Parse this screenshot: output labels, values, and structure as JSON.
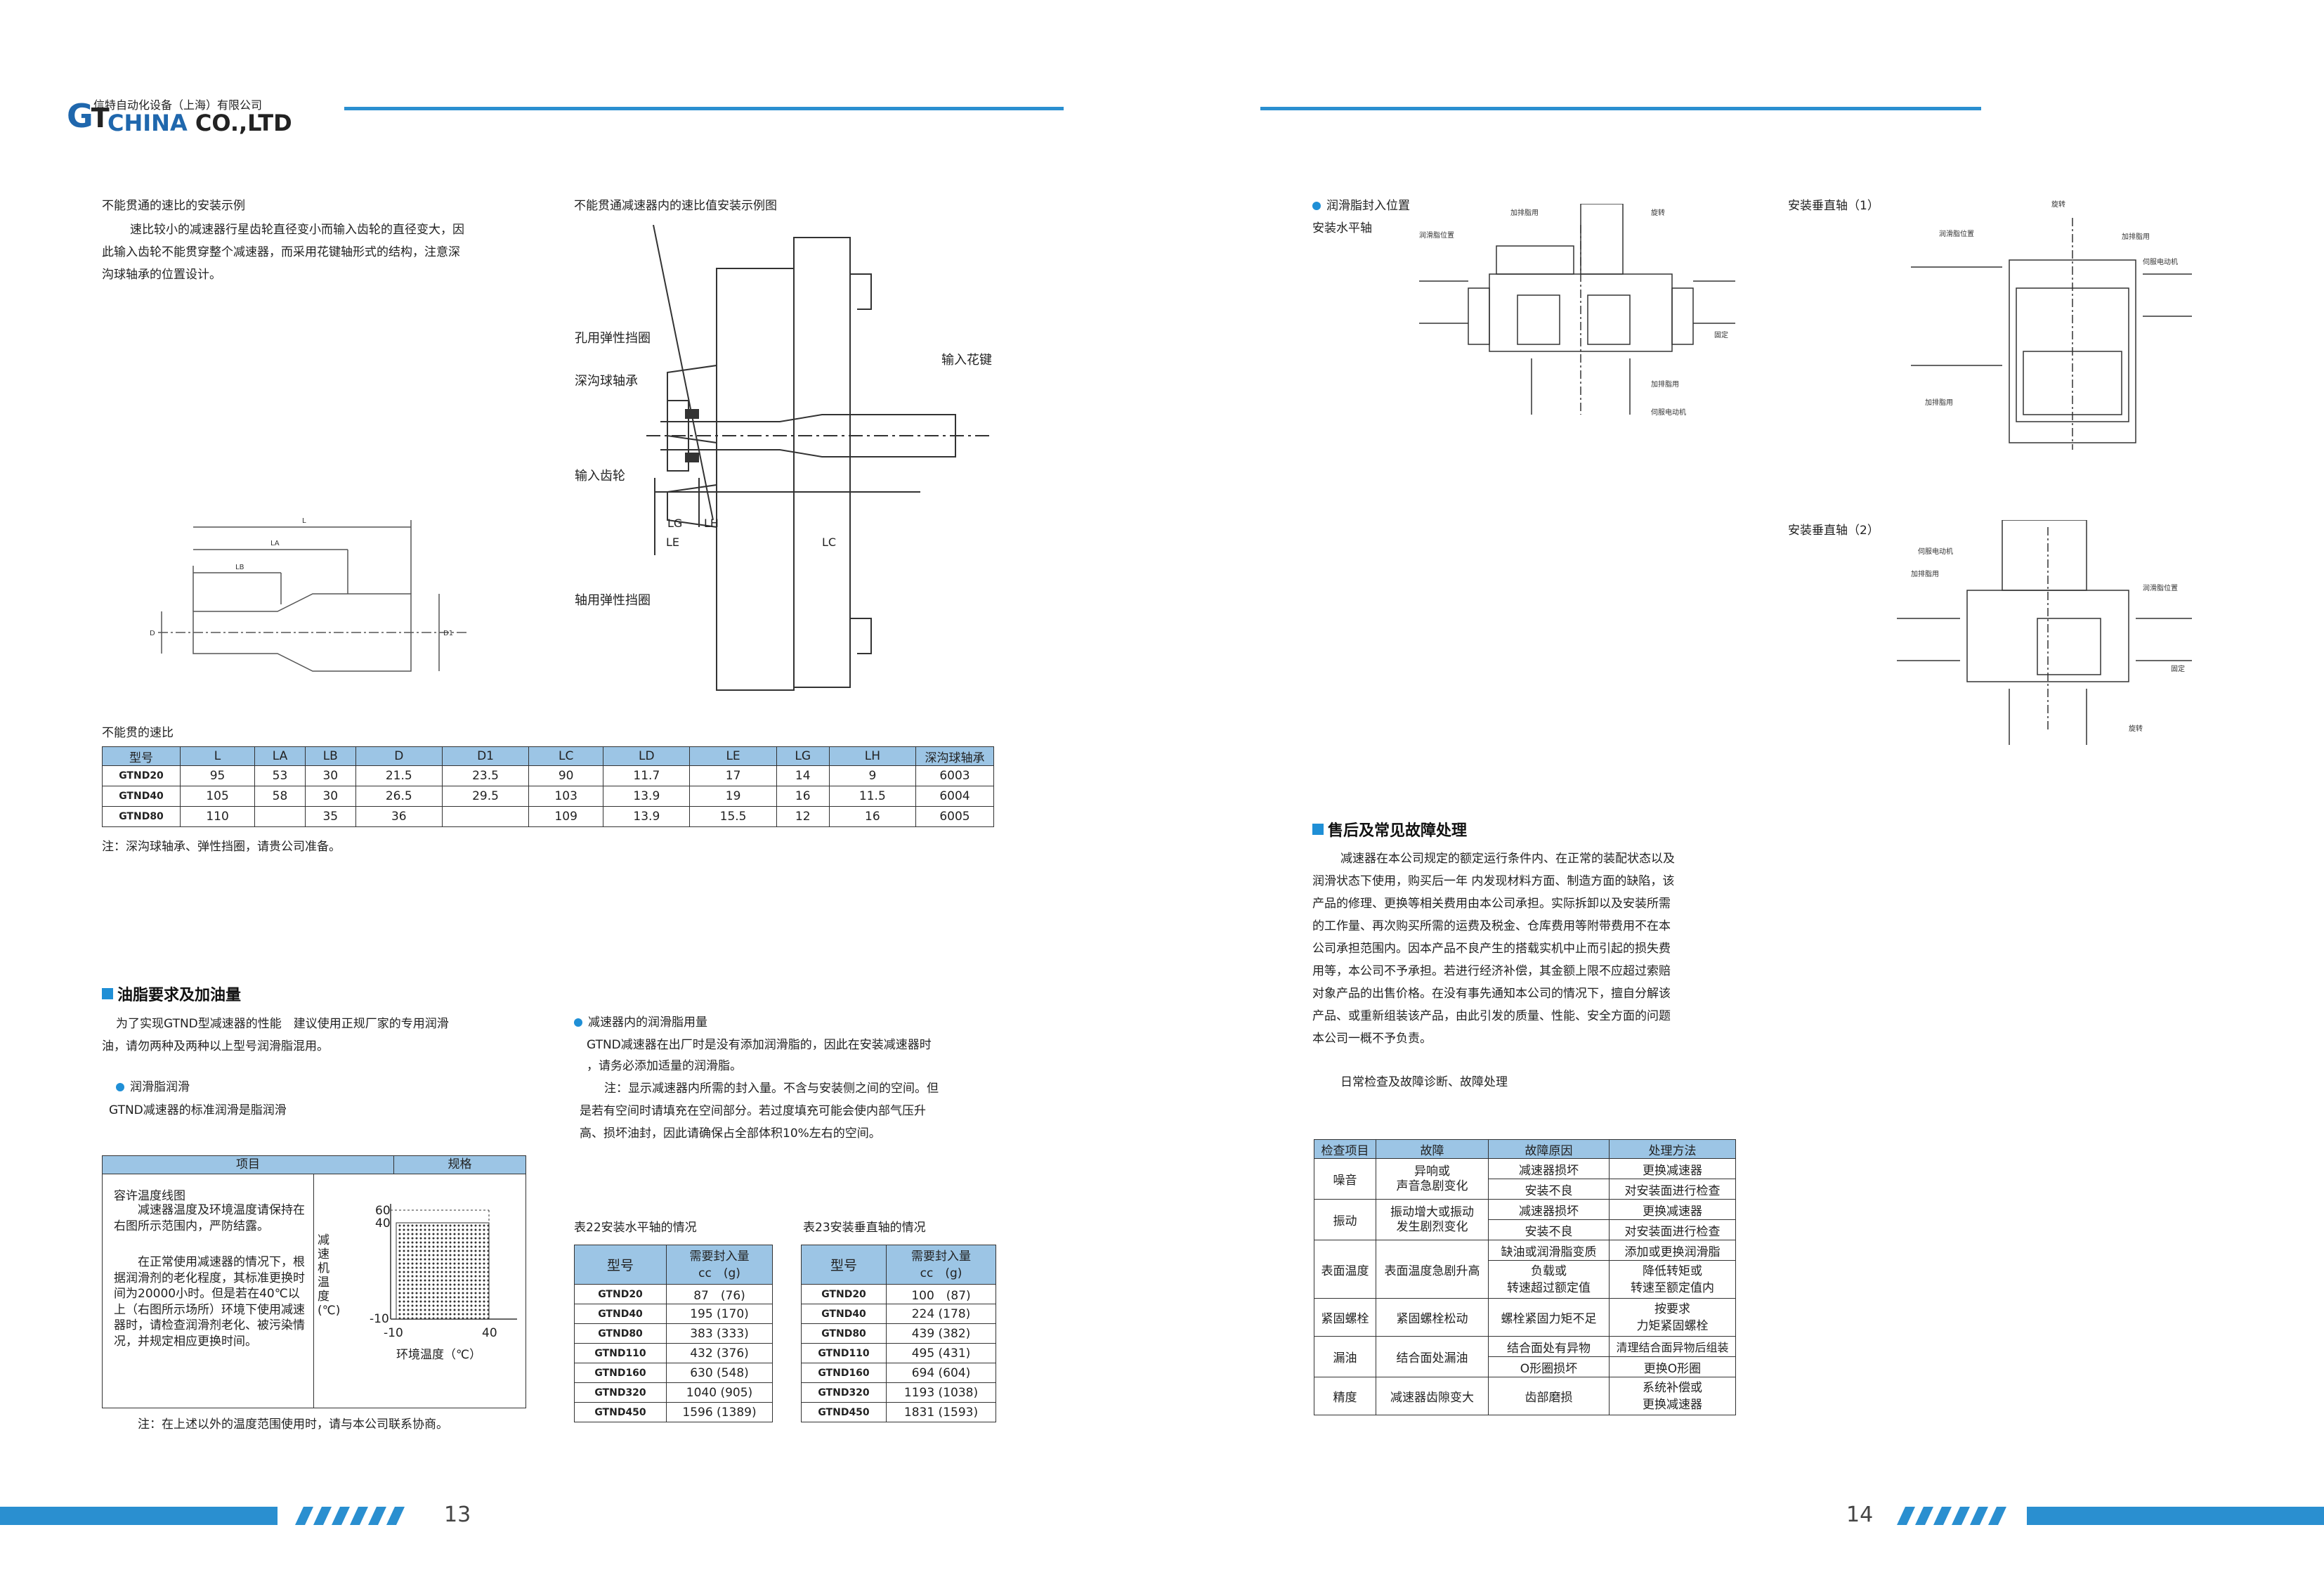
{
  "header": {
    "company_cn": "信特自动化设备（上海）有限公司",
    "logo_gt": "G",
    "logo_t": "T",
    "logo_china": "CHINA",
    "logo_co": " CO.,LTD"
  },
  "left": {
    "example_title": "不能贯通的速比的安装示例",
    "example_para": [
      "速比较小的减速器行星齿轮直径变小而输入齿轮的直径变大，因",
      "此输入齿轮不能贯穿整个减速器，而采用花键轴形式的结构，注意深",
      "沟球轴承的位置设计。"
    ],
    "diagram_title": "不能贯通减速器内的速比值安装示例图",
    "diagram_labels": {
      "hole_ring": "孔用弹性挡圈",
      "deep_bearing": "深沟球轴承",
      "input_gear": "输入齿轮",
      "shaft_ring": "轴用弹性挡圈",
      "input_spline": "输入花键",
      "lg": "LG",
      "lh": "LH",
      "le": "LE",
      "lc": "LC",
      "l": "L",
      "la": "LA",
      "lb": "LB",
      "d": "D",
      "d1": "D1"
    },
    "dim_table": {
      "caption": "不能贯的速比",
      "headers": [
        "型号",
        "L",
        "LA",
        "LB",
        "D",
        "D1",
        "LC",
        "LD",
        "LE",
        "LG",
        "LH",
        "深沟球轴承"
      ],
      "rows": [
        [
          "GTND20",
          "95",
          "53",
          "30",
          "21.5",
          "23.5",
          "90",
          "11.7",
          "17",
          "14",
          "9",
          "6003"
        ],
        [
          "GTND40",
          "105",
          "58",
          "30",
          "26.5",
          "29.5",
          "103",
          "13.9",
          "19",
          "16",
          "11.5",
          "6004"
        ],
        [
          "GTND80",
          "110",
          "",
          "35",
          "36",
          "",
          "109",
          "13.9",
          "15.5",
          "12",
          "16",
          "6005"
        ]
      ],
      "note": "注：深沟球轴承、弹性挡圈，请贵公司准备。"
    },
    "grease_title": "油脂要求及加油量",
    "grease_para": [
      "为了实现GTND型减速器的性能　建议使用正规厂家的专用润滑",
      "油，请勿两种及两种以上型号润滑脂混用。"
    ],
    "lub_bullet": "润滑脂润滑",
    "lub_sub": "GTND减速器的标准润滑是脂润滑",
    "spec_table": {
      "h_item": "项目",
      "h_spec": "规格",
      "cell_title": "容许温度线图",
      "cell_para": [
        "减速器温度及环境温度请保持在右图所示范围内，严防结露。",
        "在正常使用减速器的情况下，根据润滑剂的老化程度，其标准更换时间为20000小时。但是若在40℃以上（右图所示场所）环境下使用减速器时，请检查润滑剂老化、被污染情况，并规定相应更换时间。"
      ],
      "y_label": "减速机温度(℃)",
      "x_label": "环境温度（℃）",
      "y_ticks": [
        "60",
        "40",
        "-10"
      ],
      "x_ticks": [
        "-10",
        "40"
      ]
    },
    "temp_note": "注：在上述以外的温度范围使用时，请与本公司联系协商。",
    "inner_bullet": "减速器内的润滑脂用量",
    "inner_para": [
      "GTND减速器在出厂时是没有添加润滑脂的，因此在安装减速器时",
      "，请务必添加适量的润滑脂。",
      "注：显示减速器内所需的封入量。不含与安装侧之间的空间。但",
      "是若有空间时请填充在空间部分。若过度填充可能会使内部气压升",
      "高、损坏油封，因此请确保占全部体积10%左右的空间。"
    ],
    "t22": {
      "caption": "表22安装水平轴的情况",
      "h_model": "型号",
      "h_amount": "需要封入量",
      "h_unit": "cc　(g)",
      "rows": [
        [
          "GTND20",
          "87　(76)"
        ],
        [
          "GTND40",
          "195 (170)"
        ],
        [
          "GTND80",
          "383 (333)"
        ],
        [
          "GTND110",
          "432 (376)"
        ],
        [
          "GTND160",
          "630 (548)"
        ],
        [
          "GTND320",
          "1040 (905)"
        ],
        [
          "GTND450",
          "1596 (1389)"
        ]
      ]
    },
    "t23": {
      "caption": "表23安装垂直轴的情况",
      "h_model": "型号",
      "h_amount": "需要封入量",
      "h_unit": "cc　(g)",
      "rows": [
        [
          "GTND20",
          "100　(87)"
        ],
        [
          "GTND40",
          "224 (178)"
        ],
        [
          "GTND80",
          "439 (382)"
        ],
        [
          "GTND110",
          "495 (431)"
        ],
        [
          "GTND160",
          "694 (604)"
        ],
        [
          "GTND320",
          "1193 (1038)"
        ],
        [
          "GTND450",
          "1831 (1593)"
        ]
      ]
    },
    "page_num": "13"
  },
  "right": {
    "lub_pos_bullet": "润滑脂封入位置",
    "lub_pos_sub": "安装水平轴",
    "vert1": "安装垂直轴（1）",
    "vert2": "安装垂直轴（2）",
    "diag_small": {
      "fill_port": "加排脂用",
      "lub_pos": "润滑脂位置",
      "bolt": "旋转",
      "fixed": "固定",
      "motor": "伺服电动机",
      "drain": "加排脂用",
      "vent": "加排脂用"
    },
    "service_title": "售后及常见故障处理",
    "service_para": [
      "减速器在本公司规定的额定运行条件内、在正常的装配状态以及",
      "润滑状态下使用，购买后一年 内发现材料方面、制造方面的缺陷，该",
      "产品的修理、更换等相关费用由本公司承担。实际拆卸以及安装所需",
      "的工作量、再次购买所需的运费及税金、仓库费用等附带费用不在本",
      "公司承担范围内。因本产品不良产生的搭载实机中止而引起的损失费",
      "用等，本公司不予承担。若进行经济补偿，其金额上限不应超过索赔",
      "对象产品的出售价格。在没有事先通知本公司的情况下，擅自分解该",
      "产品、或重新组装该产品，由此引发的质量、性能、安全方面的问题",
      "本公司一概不予负责。"
    ],
    "daily_check": "日常检查及故障诊断、故障处理",
    "fault_table": {
      "headers": [
        "检查项目",
        "故障",
        "故障原因",
        "处理方法"
      ],
      "noise": "噪音",
      "noise_fault": "异响或\n声音急剧变化",
      "noise_rows": [
        [
          "减速器损坏",
          "更换减速器"
        ],
        [
          "安装不良",
          "对安装面进行检查"
        ]
      ],
      "vib": "振动",
      "vib_fault": "振动增大或振动\n发生剧烈变化",
      "vib_rows": [
        [
          "减速器损坏",
          "更换减速器"
        ],
        [
          "安装不良",
          "对安装面进行检查"
        ]
      ],
      "temp": "表面温度",
      "temp_fault": "表面温度急剧升高",
      "temp_rows": [
        [
          "缺油或润滑脂变质",
          "添加或更换润滑脂"
        ],
        [
          "负载或\n转速超过额定值",
          "降低转矩或\n转速至额定值内"
        ]
      ],
      "bolt": "紧固螺栓",
      "bolt_fault": "紧固螺栓松动",
      "bolt_cause": "螺栓紧固力矩不足",
      "bolt_fix": "按要求\n力矩紧固螺栓",
      "leak": "漏油",
      "leak_fault": "结合面处漏油",
      "leak_rows": [
        [
          "结合面处有异物",
          "清理结合面异物后组装"
        ],
        [
          "O形圈损坏",
          "更换O形圈"
        ]
      ],
      "prec": "精度",
      "prec_fault": "减速器齿隙变大",
      "prec_cause": "齿部磨损",
      "prec_fix": "系统补偿或\n更换减速器"
    },
    "page_num": "14"
  },
  "colors": {
    "accent": "#2a8fd0",
    "header_fill": "#9cc5e5",
    "brand": "#1f67ad"
  }
}
